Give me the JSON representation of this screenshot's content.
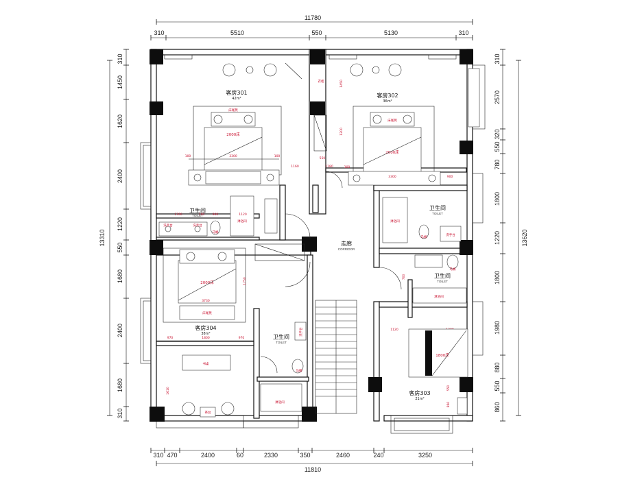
{
  "colors": {
    "line": "#111111",
    "annotation": "#c8102e",
    "column": "#0d0d0d"
  },
  "dims": {
    "top_total": "11780",
    "top_segments": [
      "310",
      "5510",
      "550",
      "5130",
      "310"
    ],
    "bottom_total": "11810",
    "bottom_segments": [
      "310",
      "470",
      "2400",
      "60",
      "2330",
      "350",
      "2460",
      "240",
      "3250"
    ],
    "left_total": "13310",
    "left_segments": [
      "310",
      "1450",
      "1620",
      "2400",
      "1220",
      "550",
      "1680",
      "2400",
      "1680",
      "310"
    ],
    "right_total": "13620",
    "right_segments": [
      "310",
      "2570",
      "550",
      "320",
      "780",
      "1800",
      "1220",
      "1800",
      "1980",
      "880",
      "550",
      "860"
    ]
  },
  "rooms": {
    "r301": {
      "name": "客房301",
      "area": "42m²"
    },
    "r302": {
      "name": "客房302",
      "area": "36m²"
    },
    "r304": {
      "name": "客房304",
      "area": "38m²"
    },
    "r303": {
      "name": "客房303",
      "area": "21m²"
    },
    "corridor": {
      "name": "走廊",
      "en": "CORRIDOR"
    },
    "wc1": {
      "name": "卫生间",
      "en": "TOILET"
    },
    "wc2": {
      "name": "卫生间",
      "en": "TOILET"
    },
    "wc3": {
      "name": "卫生间",
      "en": "TOILET"
    },
    "wc4": {
      "name": "卫生间",
      "en": "TOILET"
    }
  },
  "labels": {
    "bed_2000": "2000床",
    "bed_2000b": "2000床",
    "bed_2000c": "2000床",
    "bed_1800": "1800床",
    "bedside": "床尾凳",
    "bedside2": "床尾凳",
    "bedside3": "床尾凳",
    "basin": "洗手台",
    "basin2": "洗手台",
    "basin3": "洗手台",
    "basin4": "洗手台",
    "toilet": "马桶",
    "toilet2": "马桶",
    "toilet3": "马桶",
    "toilet4": "马桶",
    "shower": "淋浴间",
    "shower2": "淋浴间",
    "shower3": "淋浴间",
    "shower4": "淋浴间",
    "desk": "书桌",
    "tea": "茶台",
    "wardrobe": "衣柜"
  },
  "inner_dims": {
    "d3300a": "3300",
    "d100a": "100",
    "d100b": "100",
    "d1160": "1160",
    "d1180": "1180",
    "d3300b": "3300",
    "d100c": "100",
    "d900": "900",
    "d1700": "1700",
    "d100d": "100",
    "d940": "940",
    "d1120": "1120",
    "d3730": "3730",
    "d1750": "1750",
    "d970a": "970",
    "d1800": "1800",
    "d970b": "970",
    "d1610": "1610",
    "d1120b": "1120",
    "d1200": "1200",
    "d550": "550",
    "d1450": "1450",
    "d550b": "550",
    "d860": "860",
    "d1280": "1280",
    "d700": "700"
  }
}
